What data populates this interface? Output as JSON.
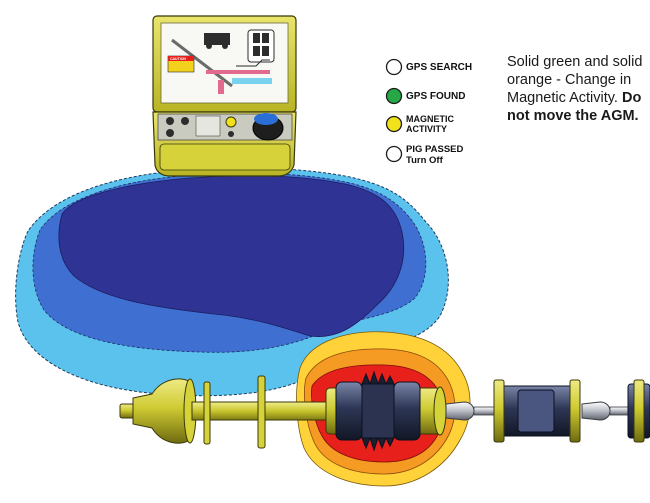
{
  "legend": {
    "items": [
      {
        "label": "GPS SEARCH",
        "sub": "",
        "color": "#ffffff"
      },
      {
        "label": "GPS FOUND",
        "sub": "",
        "color": "#27a844"
      },
      {
        "label": "MAGNETIC",
        "sub": "ACTIVITY",
        "color": "#f2e21c"
      },
      {
        "label": "PIG PASSED",
        "sub": "Turn Off",
        "color": "#ffffff"
      }
    ]
  },
  "note": {
    "text": "Solid green and solid orange - Change in Magnetic Activity.",
    "bold": "Do not move the AGM."
  },
  "device": {
    "screen_caution_label": "CAUTION",
    "screen_body_color": "#d7d23a",
    "screen_bg": "#f8f8f4"
  },
  "colors": {
    "field_outer": "#5bc2ee",
    "field_mid": "#3f6fd0",
    "field_inner": "#2e3394",
    "mag_outer": "#ffd23a",
    "mag_mid": "#f59a22",
    "mag_inner": "#e8201c",
    "pig_body": "#d6d33a",
    "pig_disc": "#2b3350"
  }
}
